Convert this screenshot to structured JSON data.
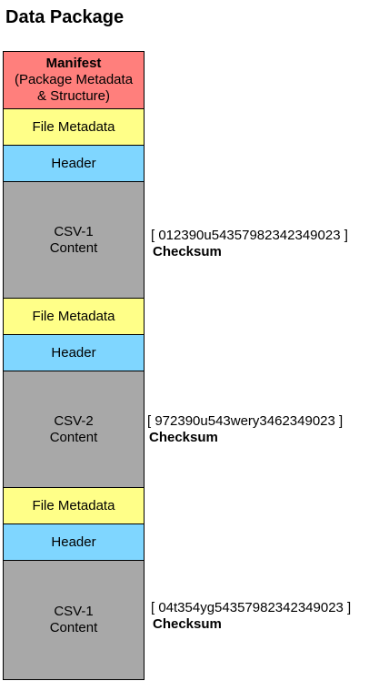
{
  "title": "Data Package",
  "manifest": {
    "title": "Manifest",
    "subtitle_line1": "(Package Metadata",
    "subtitle_line2": "& Structure)"
  },
  "files": [
    {
      "metadata_label": "File Metadata",
      "header_label": "Header",
      "content_line1": "CSV-1",
      "content_line2": "Content",
      "checksum_value": "[ 012390u54357982342349023 ]",
      "checksum_label": "Checksum"
    },
    {
      "metadata_label": "File Metadata",
      "header_label": "Header",
      "content_line1": "CSV-2",
      "content_line2": "Content",
      "checksum_value": "[ 972390u543wery3462349023 ]",
      "checksum_label": "Checksum"
    },
    {
      "metadata_label": "File Metadata",
      "header_label": "Header",
      "content_line1": "CSV-1",
      "content_line2": "Content",
      "checksum_value": "[ 04t354yg54357982342349023 ]",
      "checksum_label": "Checksum"
    }
  ],
  "colors": {
    "manifest": "#ff7f7c",
    "file_metadata": "#ffff88",
    "header": "#7fd6ff",
    "content": "#a8a8a8"
  }
}
